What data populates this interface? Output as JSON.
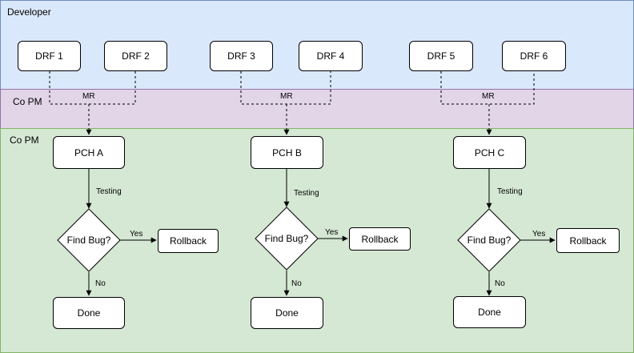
{
  "lanes": [
    {
      "label": "Developer",
      "fill": "#dae8fc",
      "stroke": "#6c8ebf"
    },
    {
      "label": "Co PM",
      "fill": "#e1d5e7",
      "stroke": "#9673a6"
    },
    {
      "label": "Co PM",
      "fill": "#d5e8d4",
      "stroke": "#82b366"
    }
  ],
  "developer_nodes": [
    "DRF 1",
    "DRF 2",
    "DRF 3",
    "DRF 4",
    "DRF 5",
    "DRF 6"
  ],
  "merge_label": "MR",
  "flows": [
    {
      "patch": "PCH A",
      "testing": "Testing",
      "decision": "Find Bug?",
      "yes": "Yes",
      "rollback": "Rollback",
      "no": "No",
      "done": "Done"
    },
    {
      "patch": "PCH B",
      "testing": "Testing",
      "decision": "Find Bug?",
      "yes": "Yes",
      "rollback": "Rollback",
      "no": "No",
      "done": "Done"
    },
    {
      "patch": "PCH C",
      "testing": "Testing",
      "decision": "Find Bug?",
      "yes": "Yes",
      "rollback": "Rollback",
      "no": "No",
      "done": "Done"
    }
  ]
}
